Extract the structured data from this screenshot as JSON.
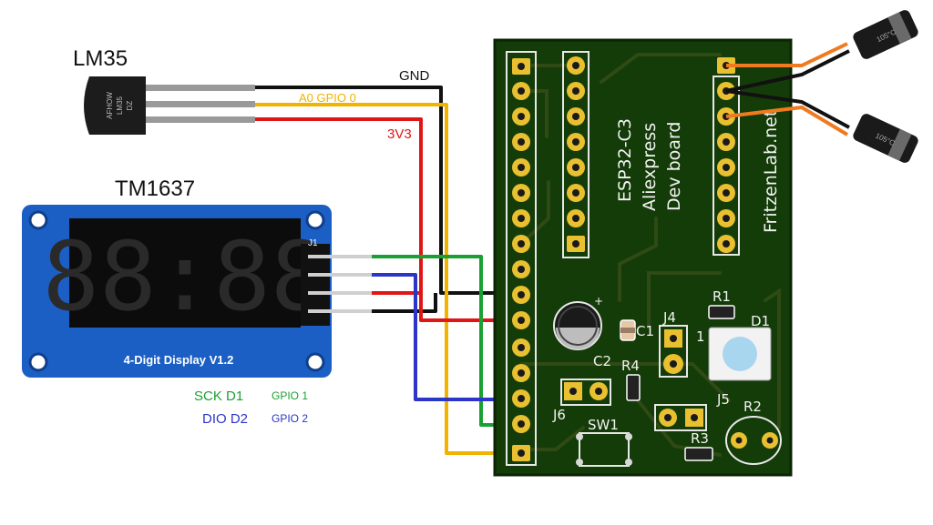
{
  "lm35": {
    "title": "LM35",
    "body_text": [
      "AFHOW",
      "LM35",
      "DZ"
    ]
  },
  "tm1637": {
    "title": "TM1637",
    "board_label": "4-Digit Display  V1.2",
    "digits": "88:88",
    "header_label": "J1"
  },
  "wires": {
    "gnd": "GND",
    "a0": "A0 GPIO 0",
    "v33": "3V3",
    "sck": "SCK D1",
    "sck_gpio": "GPIO 1",
    "dio": "DIO D2",
    "dio_gpio": "GPIO 2"
  },
  "pcb": {
    "vertical_text": [
      "ESP32-C3",
      "Aliexpress",
      "Dev board"
    ],
    "brand": "FritzenLab.net",
    "labels": {
      "c1": "C1",
      "c2": "C2",
      "j4": "J4",
      "j5": "J5",
      "j6": "J6",
      "r1": "R1",
      "r2": "R2",
      "r3": "R3",
      "r4": "R4",
      "d1": "D1",
      "sw1": "SW1",
      "one": "1",
      "plus": "+"
    }
  },
  "capacitor_text": "105°C",
  "colors": {
    "gnd": "#111111",
    "a0": "#f0b400",
    "v33": "#e01515",
    "sck": "#1aa032",
    "dio": "#2b36c8",
    "cap_lead": "#f07a1e",
    "pcb": "#143c08",
    "module": "#1b5fc4"
  }
}
